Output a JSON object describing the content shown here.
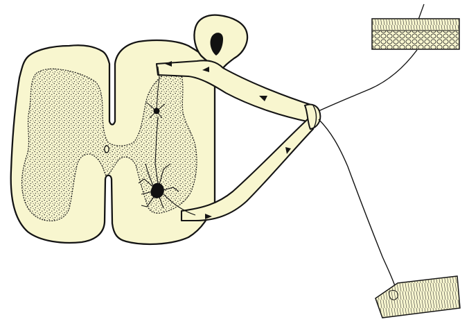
{
  "figure": {
    "colors": {
      "background": "#ffffff",
      "tissue_fill": "#f8f6cf",
      "outline": "#141414",
      "grey_matter_stipple": "#2a2a2a",
      "neuron": "#111111"
    },
    "parts": [
      "spinal-cord-cross-section",
      "grey-matter-butterfly",
      "dorsal-root-ganglion",
      "dorsal-root",
      "ventral-root",
      "spinal-nerve",
      "sensory-fiber",
      "motor-fiber",
      "skin-receptor-block",
      "muscle-effector-block",
      "sensory-neuron-cell-body",
      "interneuron",
      "motor-neuron",
      "direction-arrows"
    ]
  }
}
